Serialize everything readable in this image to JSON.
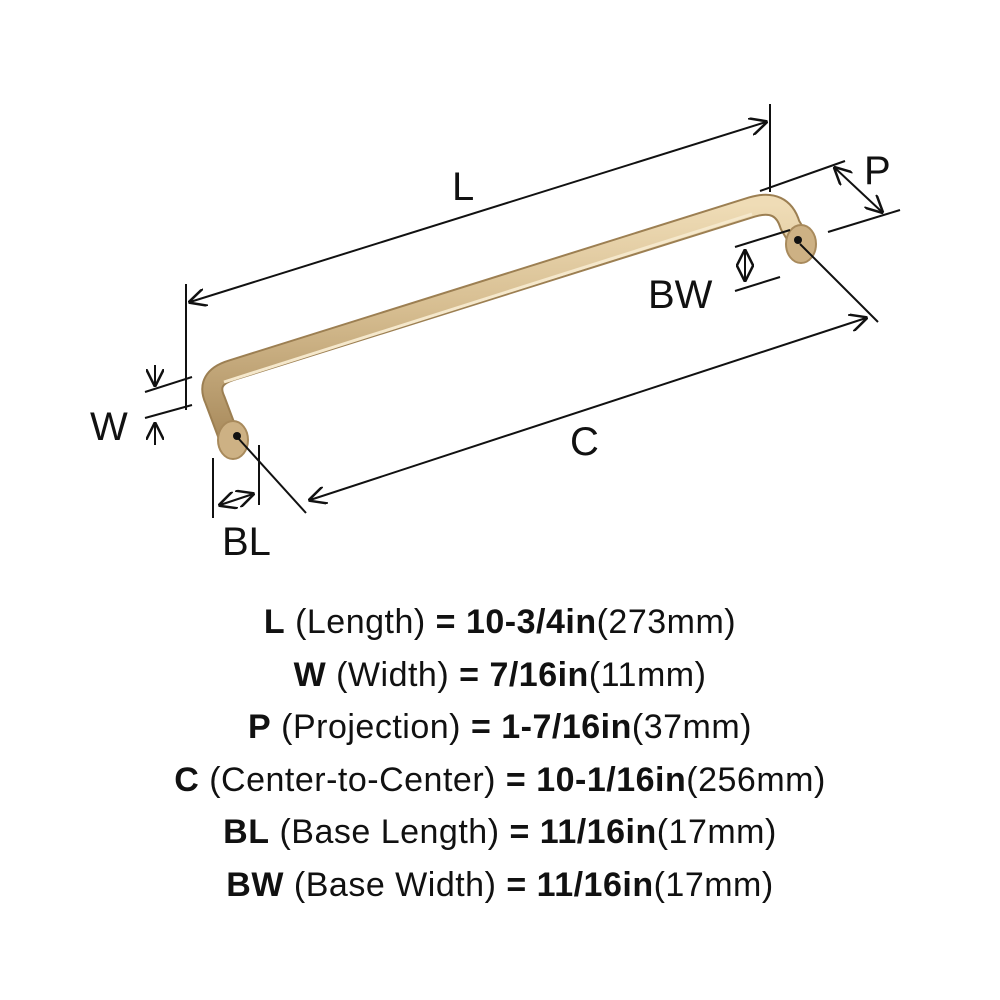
{
  "diagram": {
    "labels": {
      "L": "L",
      "W": "W",
      "P": "P",
      "C": "C",
      "BL": "BL",
      "BW": "BW"
    },
    "finish_color": "#d2b98e",
    "line_color": "#111111"
  },
  "specs": [
    {
      "key": "L",
      "name": "(Length)",
      "eq": "=",
      "inches": "10-3/4in",
      "mm": "(273mm)"
    },
    {
      "key": "W",
      "name": "(Width)",
      "eq": "=",
      "inches": "7/16in",
      "mm": "(11mm)"
    },
    {
      "key": "P",
      "name": "(Projection)",
      "eq": "=",
      "inches": "1-7/16in",
      "mm": "(37mm)"
    },
    {
      "key": "C",
      "name": "(Center-to-Center)",
      "eq": "=",
      "inches": "10-1/16in",
      "mm": "(256mm)"
    },
    {
      "key": "BL",
      "name": "(Base Length)",
      "eq": "=",
      "inches": "11/16in",
      "mm": "(17mm)"
    },
    {
      "key": "BW",
      "name": "(Base Width)",
      "eq": "=",
      "inches": "11/16in",
      "mm": "(17mm)"
    }
  ]
}
